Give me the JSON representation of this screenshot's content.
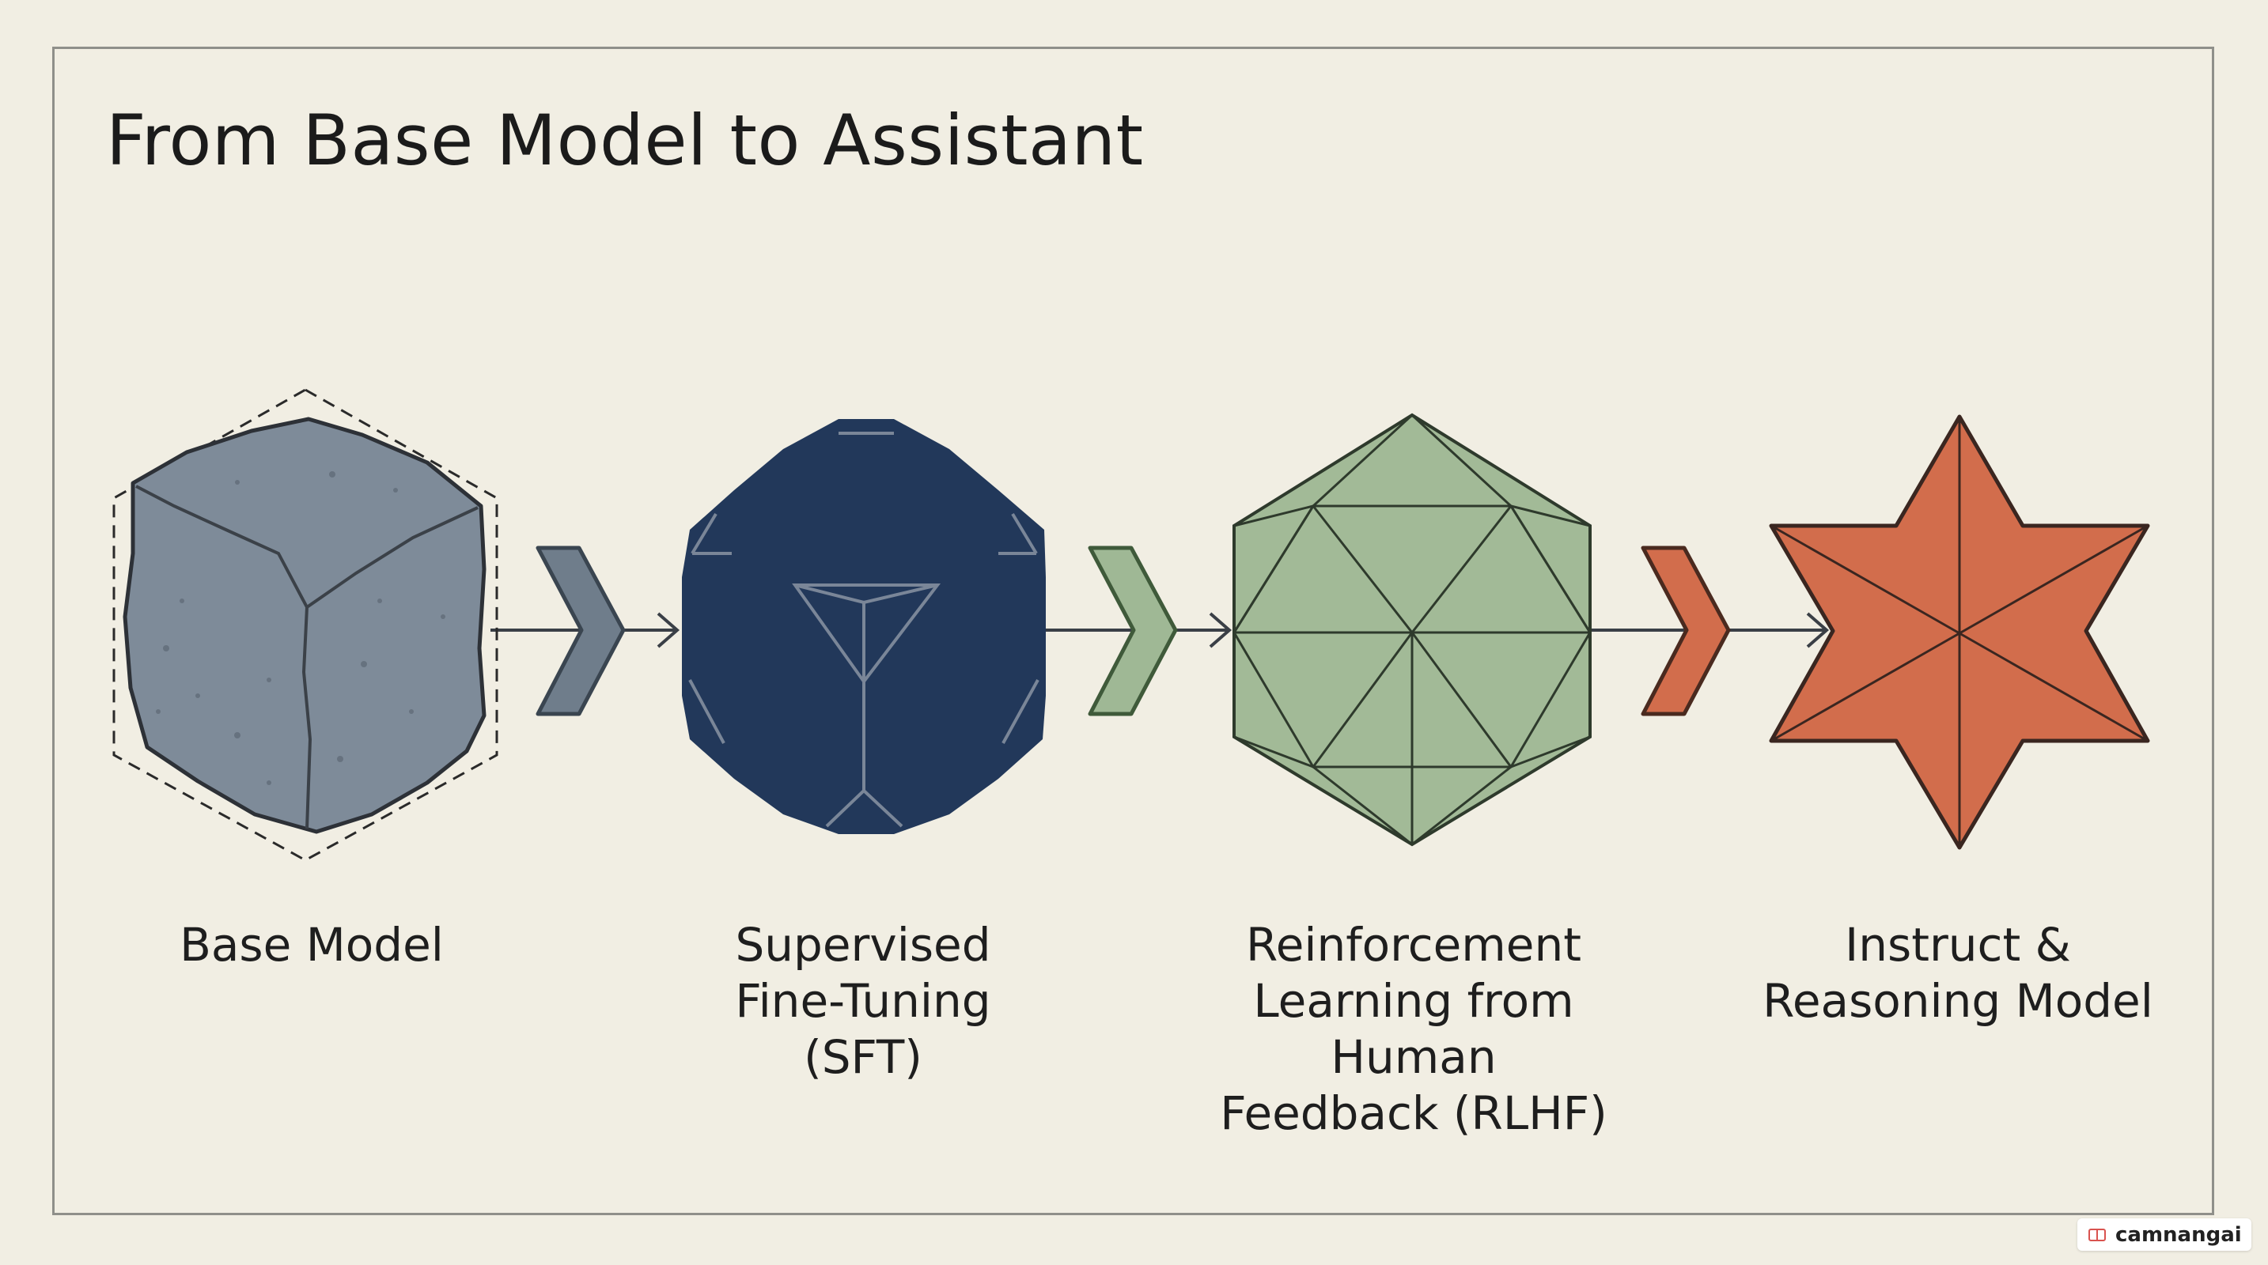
{
  "title": "From Base Model to Assistant",
  "stages": [
    {
      "label": "Base Model",
      "color": "#7e8b99"
    },
    {
      "label": "Supervised\nFine-Tuning\n(SFT)",
      "color": "#22385a"
    },
    {
      "label": "Reinforcement\nLearning from Human\nFeedback (RLHF)",
      "color": "#a2ba97"
    },
    {
      "label": "Instruct &\nReasoning Model",
      "color": "#d26d4c"
    }
  ],
  "chevron_colors": [
    "#6f7d8b",
    "#9fb895",
    "#d26d4c"
  ],
  "watermark": {
    "text": "camnangai",
    "icon": "book-icon"
  }
}
